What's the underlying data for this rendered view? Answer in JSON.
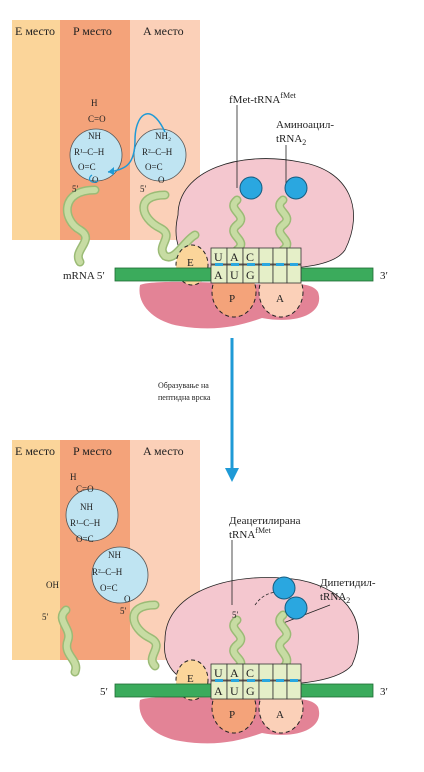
{
  "panels": [
    {
      "sites": {
        "e": "E место",
        "p": "P место",
        "a": "A место"
      },
      "chem_p": {
        "h": "H",
        "c_top": "C=O",
        "nh": "NH",
        "r": "R¹–C–H",
        "co": "O=C",
        "o": "O",
        "five": "5′"
      },
      "chem_a": {
        "nh2": "NH₂",
        "r": "R²–C–H",
        "co": "O=C",
        "o": "O",
        "five": "5′"
      },
      "label_left": "fMet-tRNA",
      "label_left_sup": "fMet",
      "label_right_1": "Аминоацил-",
      "label_right_2": "tRNA",
      "label_right_sub": "2",
      "anticodon": [
        "U",
        "A",
        "C"
      ],
      "codon": [
        "A",
        "U",
        "G"
      ],
      "mrna": "mRNA 5′",
      "mrna_end": "3′",
      "site_e": "E",
      "site_p": "P",
      "site_a": "A"
    },
    {
      "sites": {
        "e": "E место",
        "p": "P место",
        "a": "A место"
      },
      "chem_top": {
        "h": "H",
        "c_top": "C=O",
        "nh": "NH",
        "r": "R¹–C–H",
        "co": "O=C",
        "nh2": "NH",
        "r2": "R²–C–H",
        "co2": "O=C",
        "o": "O",
        "five_l": "5′",
        "five_r": "5′",
        "oh": "OH"
      },
      "label_left_1": "Деацетилирана",
      "label_left_2": "tRNA",
      "label_left_sup": "fMet",
      "label_right_1": "Дипетидил-",
      "label_right_2": "tRNA",
      "label_right_sub": "2",
      "five_small": "5′",
      "anticodon": [
        "U",
        "A",
        "C"
      ],
      "codon": [
        "A",
        "U",
        "G"
      ],
      "mrna_start": "5′",
      "mrna_end": "3′",
      "site_e": "E",
      "site_p": "P",
      "site_a": "A"
    }
  ],
  "arrow_label_1": "Образување на",
  "arrow_label_2": "пептидна врска",
  "colors": {
    "e_site": "#fbd59a",
    "p_site": "#f4a37a",
    "a_site": "#fbd0b8",
    "ribosome_small": "#f4c7cf",
    "ribosome_large": "#e38396",
    "mrna": "#3bab5c",
    "trna": "#c7dca3",
    "ball": "#2aa7e0",
    "circle": "#bfe4f2",
    "arrow": "#1f9ad6"
  }
}
